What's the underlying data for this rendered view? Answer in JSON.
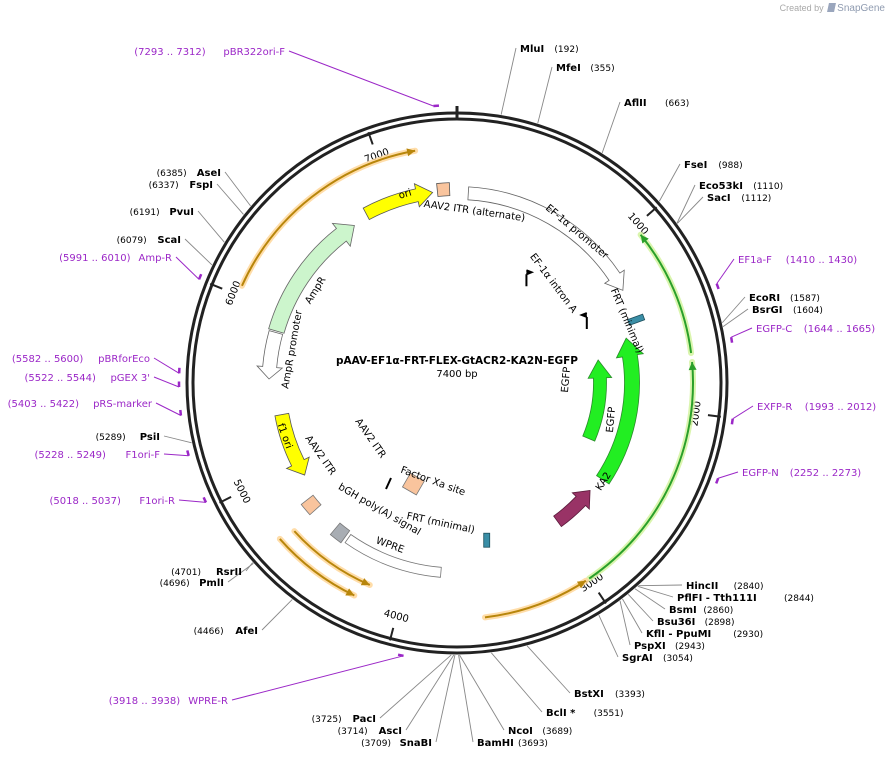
{
  "credit": {
    "prefix": "Created by",
    "brand": "SnapGene"
  },
  "plasmid": {
    "name": "pAAV-EF1α-FRT-FLEX-GtACR2-KA2N-EGFP",
    "size_label": "7400 bp",
    "length": 7400
  },
  "ticks": [
    "1000",
    "2000",
    "3000",
    "4000",
    "5000",
    "6000",
    "7000"
  ],
  "enzymes": [
    {
      "name": "MluI",
      "pos": "(192)"
    },
    {
      "name": "MfeI",
      "pos": "(355)"
    },
    {
      "name": "AflII",
      "pos": "(663)"
    },
    {
      "name": "FseI",
      "pos": "(988)"
    },
    {
      "name": "Eco53kI",
      "pos": "(1110)"
    },
    {
      "name": "SacI",
      "pos": "(1112)"
    },
    {
      "name": "EcoRI",
      "pos": "(1587)"
    },
    {
      "name": "BsrGI",
      "pos": "(1604)"
    },
    {
      "name": "HincII",
      "pos": "(2840)"
    },
    {
      "name": "PflFI - Tth111I",
      "pos": "(2844)"
    },
    {
      "name": "BsmI",
      "pos": "(2860)"
    },
    {
      "name": "Bsu36I",
      "pos": "(2898)"
    },
    {
      "name": "KflI - PpuMI",
      "pos": "(2930)"
    },
    {
      "name": "PspXI",
      "pos": "(2943)"
    },
    {
      "name": "SgrAI",
      "pos": "(3054)"
    },
    {
      "name": "BstXI",
      "pos": "(3393)"
    },
    {
      "name": "BclI *",
      "pos": "(3551)"
    },
    {
      "name": "NcoI",
      "pos": "(3689)"
    },
    {
      "name": "BamHI",
      "pos": "(3693)"
    },
    {
      "name": "SnaBI",
      "pos": "(3709)"
    },
    {
      "name": "AscI",
      "pos": "(3714)"
    },
    {
      "name": "PacI",
      "pos": "(3725)"
    },
    {
      "name": "AfeI",
      "pos": "(4466)"
    },
    {
      "name": "PmlI",
      "pos": "(4696)"
    },
    {
      "name": "RsrII",
      "pos": "(4701)"
    },
    {
      "name": "PsiI",
      "pos": "(5289)"
    },
    {
      "name": "ScaI",
      "pos": "(6079)"
    },
    {
      "name": "PvuI",
      "pos": "(6191)"
    },
    {
      "name": "FspI",
      "pos": "(6337)"
    },
    {
      "name": "AseI",
      "pos": "(6385)"
    }
  ],
  "primers": [
    {
      "name": "pBR322ori-F",
      "range": "(7293 .. 7312)"
    },
    {
      "name": "EF1a-F",
      "range": "(1410 .. 1430)"
    },
    {
      "name": "EGFP-C",
      "range": "(1644 .. 1665)"
    },
    {
      "name": "EXFP-R",
      "range": "(1993 .. 2012)"
    },
    {
      "name": "EGFP-N",
      "range": "(2252 .. 2273)"
    },
    {
      "name": "WPRE-R",
      "range": "(3918 .. 3938)"
    },
    {
      "name": "F1ori-R",
      "range": "(5018 .. 5037)"
    },
    {
      "name": "F1ori-F",
      "range": "(5228 .. 5249)"
    },
    {
      "name": "pRS-marker",
      "range": "(5403 .. 5422)"
    },
    {
      "name": "pGEX 3'",
      "range": "(5522 .. 5544)"
    },
    {
      "name": "pBRforEco",
      "range": "(5582 .. 5600)"
    },
    {
      "name": "Amp-R",
      "range": "(5991 .. 6010)"
    }
  ],
  "features": {
    "ori": "ori",
    "aav2_itr_alt": "AAV2 ITR (alternate)",
    "ef1a_promoter": "EF-1α promoter",
    "ef1a_intron": "EF-1α intron A",
    "frt_minimal_top": "FRT (minimal)",
    "egfp_inner": "EGFP",
    "egfp_outer": "EGFP",
    "ka2": "KA2",
    "factor_xa": "Factor Xa site",
    "frt_minimal_bottom": "FRT (minimal)",
    "bgh_polya": "bGH poly(A) signal",
    "wpre": "WPRE",
    "aav2_itr_inner": "AAV2 ITR",
    "aav2_itr_outer": "AAV2 ITR",
    "f1_ori": "f1 ori",
    "ampr": "AmpR",
    "ampr_promoter": "AmpR promoter"
  },
  "colors": {
    "backbone": "#222222",
    "primer": "#9b27c7",
    "ori": "#ffff00",
    "itr": "#f9c49d",
    "promoter": "#ffffff",
    "egfp": "#22ee22",
    "ka2": "#993366",
    "ampr": "#ccf5cc",
    "bgh": "#a8adb3",
    "frt": "#3a8ea6",
    "orf_gold": "#b8860b",
    "orf_green": "#2aa02a"
  }
}
